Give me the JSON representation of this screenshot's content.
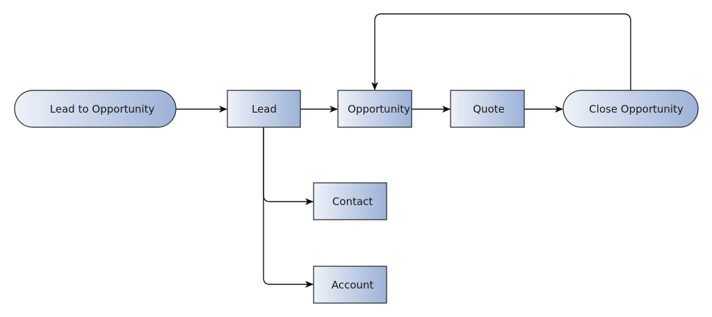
{
  "nodes": {
    "lead_to_opportunity": "Lead to Opportunity",
    "lead": "Lead",
    "opportunity": "Opportunity",
    "quote": "Quote",
    "close_opportunity": "Close Opportunity",
    "contact": "Contact",
    "account": "Account"
  },
  "colors": {
    "fill_light": "#eef2f9",
    "fill_dark": "#9db2d7",
    "stroke": "#1f1f1f",
    "edge": "#111111"
  }
}
